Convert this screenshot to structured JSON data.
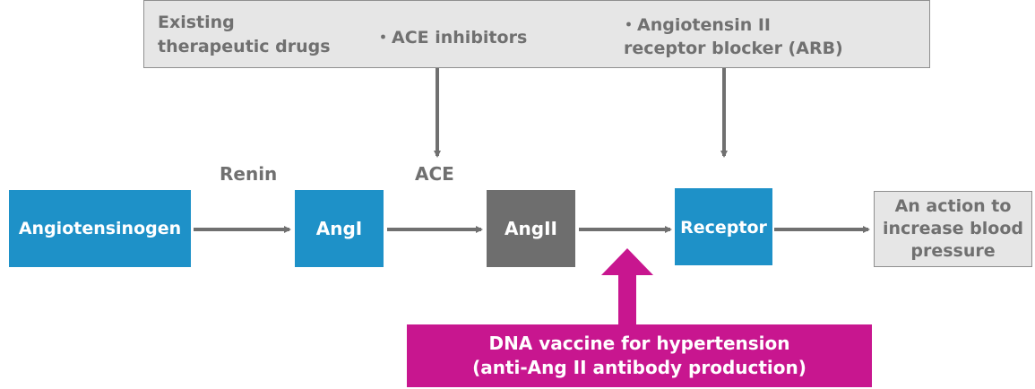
{
  "therapeutic_drugs": {
    "title_line1": "Existing",
    "title_line2": "therapeutic drugs",
    "drug_ace": "・ACE inhibitors",
    "drug_arb_line1": "・Angiotensin II",
    "drug_arb_line2": "receptor blocker (ARB)"
  },
  "enzymes": {
    "renin": "Renin",
    "ace": "ACE"
  },
  "pathway": {
    "angiotensinogen": "Angiotensinogen",
    "ang1": "AngI",
    "ang2": "AngII",
    "receptor": "Receptor"
  },
  "outcome": {
    "line1": "An action to",
    "line2": "increase blood",
    "line3": "pressure"
  },
  "vaccine": {
    "line1": "DNA vaccine for hypertension",
    "line2": "(anti-Ang II antibody production)"
  },
  "colors": {
    "node_blue": "#1e91c8",
    "node_gray": "#6e6e6e",
    "vaccine_magenta": "#c8168f",
    "arrow_gray": "#707070",
    "box_light_gray": "#e6e6e6"
  }
}
